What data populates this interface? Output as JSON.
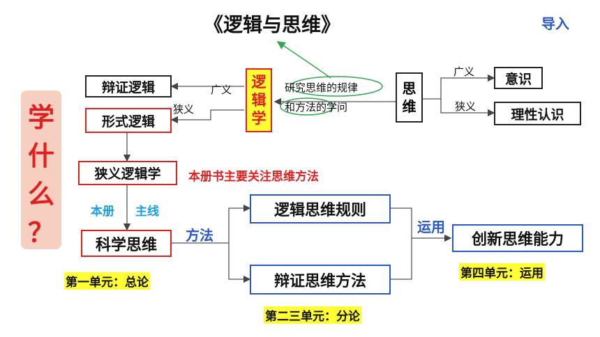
{
  "title": "《逻辑与思维》",
  "intro_tag": "导入",
  "side_question": [
    "学",
    "什",
    "么",
    "？"
  ],
  "logic": {
    "label": "逻辑学",
    "chars": [
      "逻",
      "辑",
      "学"
    ]
  },
  "definition": {
    "line1": "研究思维的规律",
    "line2": "和方法的学问"
  },
  "thinking": {
    "label": "思维",
    "chars": [
      "思",
      "维"
    ]
  },
  "broad": "广义",
  "narrow": "狭义",
  "consciousness": "意识",
  "rational_cognition": "理性认识",
  "dialectical_logic": "辩证逻辑",
  "formal_logic": "形式逻辑",
  "narrow_logic": "狭义逻辑学",
  "focus_note": "本册书主要关注思维方法",
  "main_line": {
    "a": "本册",
    "b": "主线"
  },
  "scientific_thinking": "科学思维",
  "method": "方法",
  "rules": "逻辑思维规则",
  "dialectical_methods": "辩证思维方法",
  "apply": "运用",
  "innovation": "创新思维能力",
  "unit1": "第一单元：总论",
  "unit23": "第二三单元：分论",
  "unit4": "第四单元：运用",
  "colors": {
    "red": "#e02020",
    "blue": "#2a57c8",
    "cyan": "#1aa0e0",
    "highlight": "#ffff33",
    "pink": "#f7cfc0",
    "green": "#2fa84f"
  }
}
